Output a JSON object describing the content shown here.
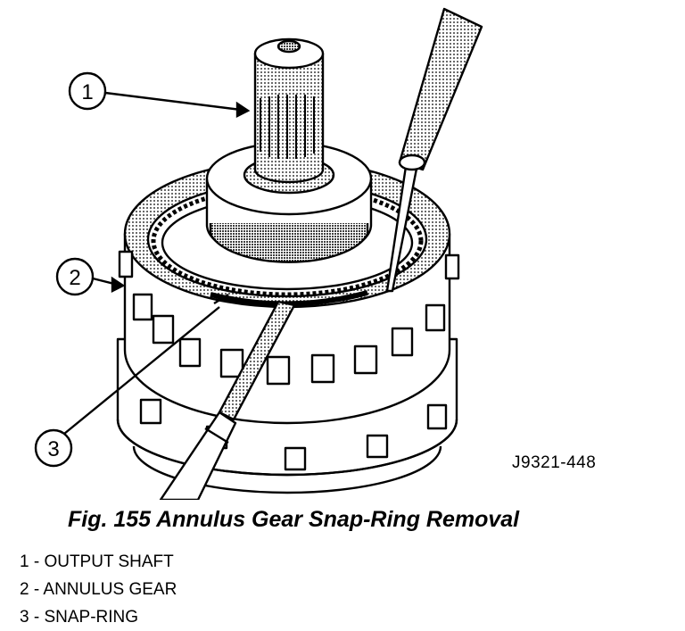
{
  "figure": {
    "callouts": [
      "1",
      "2",
      "3"
    ],
    "code": "J9321-448",
    "caption": "Fig. 155 Annulus Gear Snap-Ring Removal"
  },
  "legend": [
    "1 - OUTPUT SHAFT",
    "2 - ANNULUS GEAR",
    "3 - SNAP-RING"
  ]
}
